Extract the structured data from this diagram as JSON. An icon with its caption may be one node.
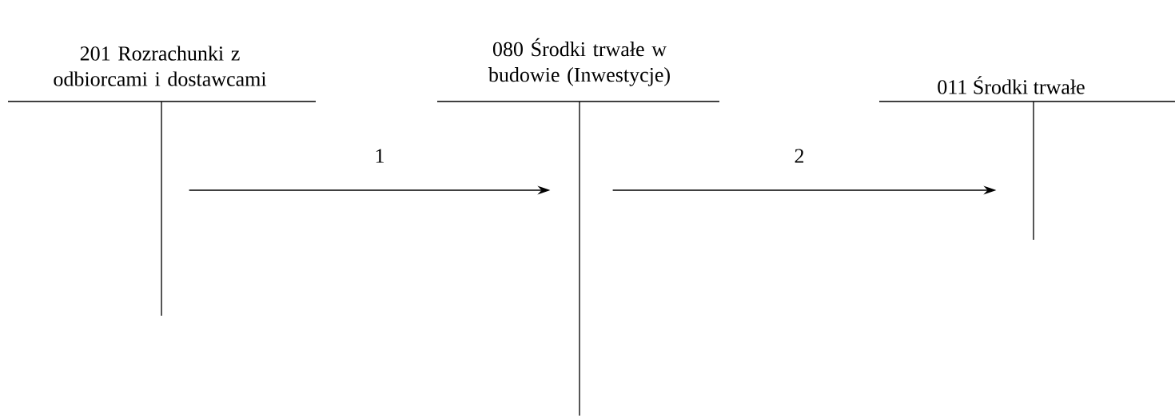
{
  "diagram": {
    "nodes": [
      {
        "text": [
          "201 Rozrachunki z odbiorcami i dostawcami"
        ]
      },
      {
        "text": [
          "080 Środki trwałe w budowie (Inwestycje)"
        ]
      },
      {
        "text": [
          "011 Środki trwałe"
        ]
      }
    ],
    "edges": [
      {
        "from": 0,
        "to": 1,
        "arrow": "to",
        "label": "1"
      },
      {
        "from": 1,
        "to": 2,
        "arrow": "to",
        "label": "2"
      }
    ]
  }
}
